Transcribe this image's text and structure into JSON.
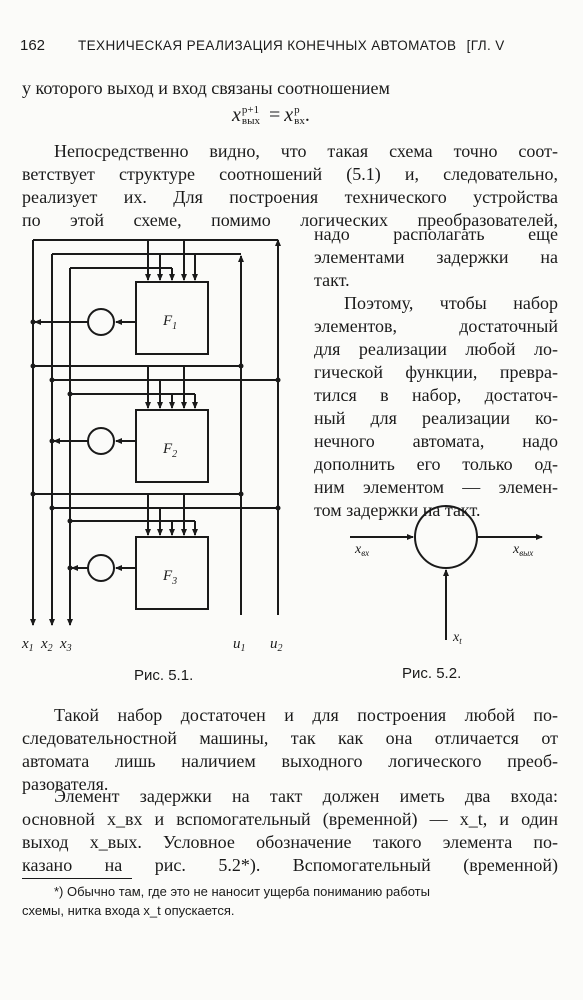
{
  "header": {
    "page_number": "162",
    "running_title": "ТЕХНИЧЕСКАЯ РЕАЛИЗАЦИЯ КОНЕЧНЫХ АВТОМАТОВ",
    "chapter": "[ГЛ. V"
  },
  "intro_line": "у которого выход и вход связаны соотношением",
  "formula": {
    "lhs_base": "x",
    "lhs_sup": "p+1",
    "lhs_sub": "вых",
    "eq": "=",
    "rhs_base": "x",
    "rhs_sup": "p",
    "rhs_sub": "вх",
    "end": "."
  },
  "para1": [
    "Непосредственно видно, что такая схема точно соот-",
    "ветствует структуре соотношений (5.1) и, следовательно,",
    "реализует их. Для построения технического устройства",
    "по этой схеме, помимо логических преобразователей,"
  ],
  "side_text": [
    "надо располагать еще",
    "элементами задержки на",
    "такт."
  ],
  "side_para2": [
    "Поэтому, чтобы набор",
    "элементов, достаточный",
    "для реализации любой ло-",
    "гической функции, превра-",
    "тился в набор, достаточ-",
    "ный для реализации ко-",
    "нечного автомата, надо",
    "дополнить его только од-",
    "ним элементом — элемен-",
    "том задержки на такт."
  ],
  "figure1": {
    "blocks": [
      "F",
      "F",
      "F"
    ],
    "block_subs": [
      "1",
      "2",
      "3"
    ],
    "outputs": [
      "x",
      "x",
      "x"
    ],
    "output_subs": [
      "1",
      "2",
      "3"
    ],
    "inputs": [
      "u",
      "u"
    ],
    "input_subs": [
      "1",
      "2"
    ],
    "caption": "Рис. 5.1."
  },
  "figure2": {
    "in_label": "x",
    "in_sub": "вх",
    "out_label": "x",
    "out_sub": "вых",
    "clock_label": "x",
    "clock_sub": "t",
    "caption": "Рис. 5.2."
  },
  "para2": [
    "Такой набор достаточен и для построения любой по-",
    "следовательностной машины, так как она отличается от",
    "автомата лишь наличием выходного логического преоб-",
    "разователя."
  ],
  "para3": [
    "Элемент задержки на такт должен иметь два входа:",
    "основной x_вх и вспомогательный (временной) — x_t, и один",
    "выход x_вых. Условное обозначение такого элемента по-",
    "казано на рис. 5.2*). Вспомогательный (временной)"
  ],
  "footnote": [
    "*) Обычно там, где это не наносит ущерба пониманию работы",
    "схемы, нитка входа x_t опускается."
  ]
}
